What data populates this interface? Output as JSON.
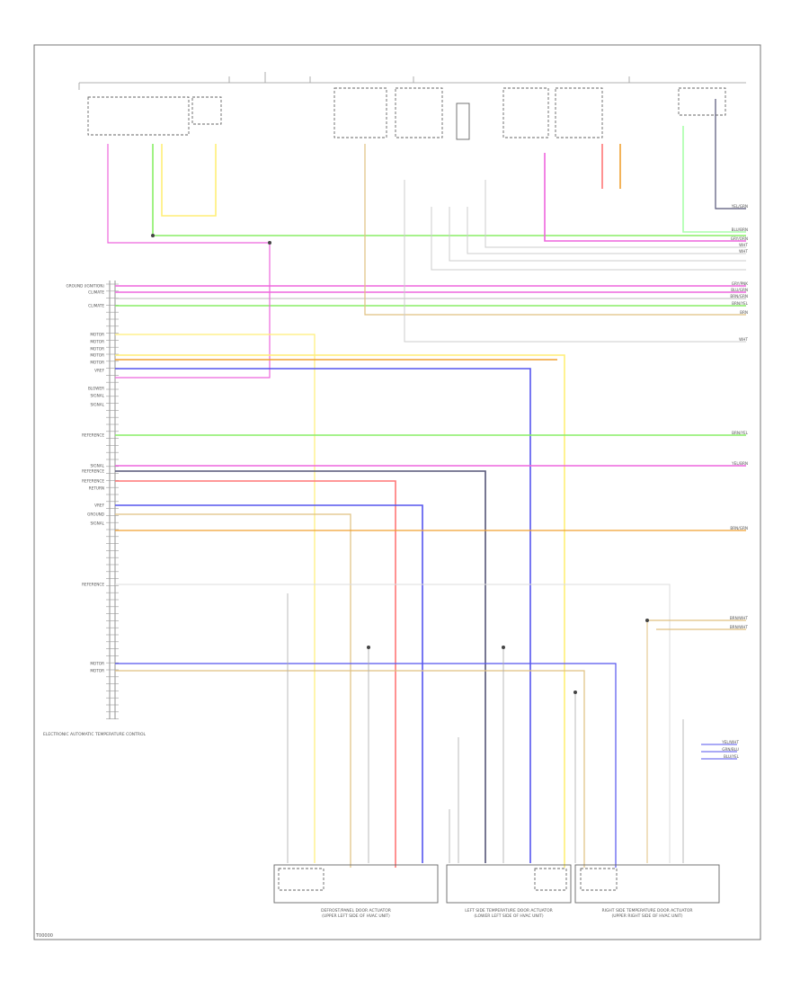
{
  "diagram": {
    "footer_id": "T00000",
    "colors": {
      "frame": "#777777",
      "wire_pink": "#ee66dd",
      "wire_green": "#88ee66",
      "wire_lightgreen": "#aaffaa",
      "wire_yellow": "#ffee77",
      "wire_orange": "#f0a030",
      "wire_blue": "#5555ee",
      "wire_red": "#ff7777",
      "wire_purple": "#555577",
      "wire_gray": "#cccccc",
      "wire_tan": "#e0c080"
    },
    "left_pin_labels": [
      "GROUND (IGNITION)",
      "CLIMATE",
      "CLIMATE",
      "MOTOR",
      "MOTOR",
      "MOTOR",
      "MOTOR",
      "MOTOR",
      "VREF",
      "BLOWER",
      "SIGNAL",
      "SIGNAL",
      "REFERENCE",
      "SIGNAL",
      "REFERENCE",
      "REFERENCE",
      "RETURN",
      "VREF",
      "GROUND",
      "SIGNAL",
      "REFERENCE",
      "MOTOR",
      "MOTOR"
    ],
    "right_pin_labels": [
      "YEL/GRN",
      "BLU/BRN",
      "GRY/ORN",
      "WHT",
      "WHT",
      "GRY/PNK",
      "BLU/GRN",
      "BRN/GRN",
      "BRN/YEL",
      "BRN",
      "WHT",
      "BRN/YEL",
      "YEL/BRN",
      "BRN/GRN",
      "BRN/WHT",
      "BRN/WHT",
      "YEL/WHT",
      "GRN/BLU",
      "BLU/YEL"
    ],
    "module_label": "ELECTRONIC AUTOMATIC TEMPERATURE CONTROL",
    "bottom_actuators": [
      {
        "name": "DEFROST/PANEL DOOR ACTUATOR",
        "location": "(UPPER LEFT SIDE OF HVAC UNIT)"
      },
      {
        "name": "LEFT SIDE TEMPERATURE DOOR ACTUATOR",
        "location": "(LOWER LEFT SIDE OF HVAC UNIT)"
      },
      {
        "name": "RIGHT SIDE TEMPERATURE DOOR ACTUATOR",
        "location": "(UPPER RIGHT SIDE OF HVAC UNIT)"
      }
    ]
  }
}
